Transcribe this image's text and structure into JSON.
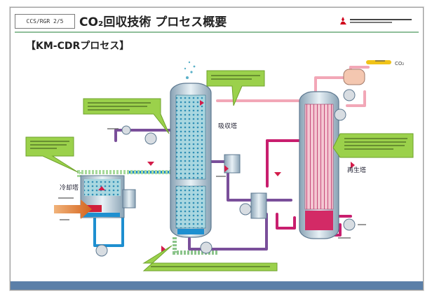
{
  "header": {
    "doc_id": "CCS/RGR 2/5",
    "title": "CO₂回収技術 プロセス概要"
  },
  "subtitle": "【KM-CDRプロセス】",
  "labels": {
    "absorber": "吸収塔",
    "regenerator": "再生塔",
    "cooler": "冷却塔",
    "co2_out": "CO₂"
  },
  "colors": {
    "amine_lean": "#1e8fd0",
    "amine_rich": "#c81e6e",
    "gas": "#b8c7e8",
    "co2_line": "#f2a7b7",
    "callout": "#9bd14b",
    "flue_gas_arrow": "#e07a2a"
  }
}
